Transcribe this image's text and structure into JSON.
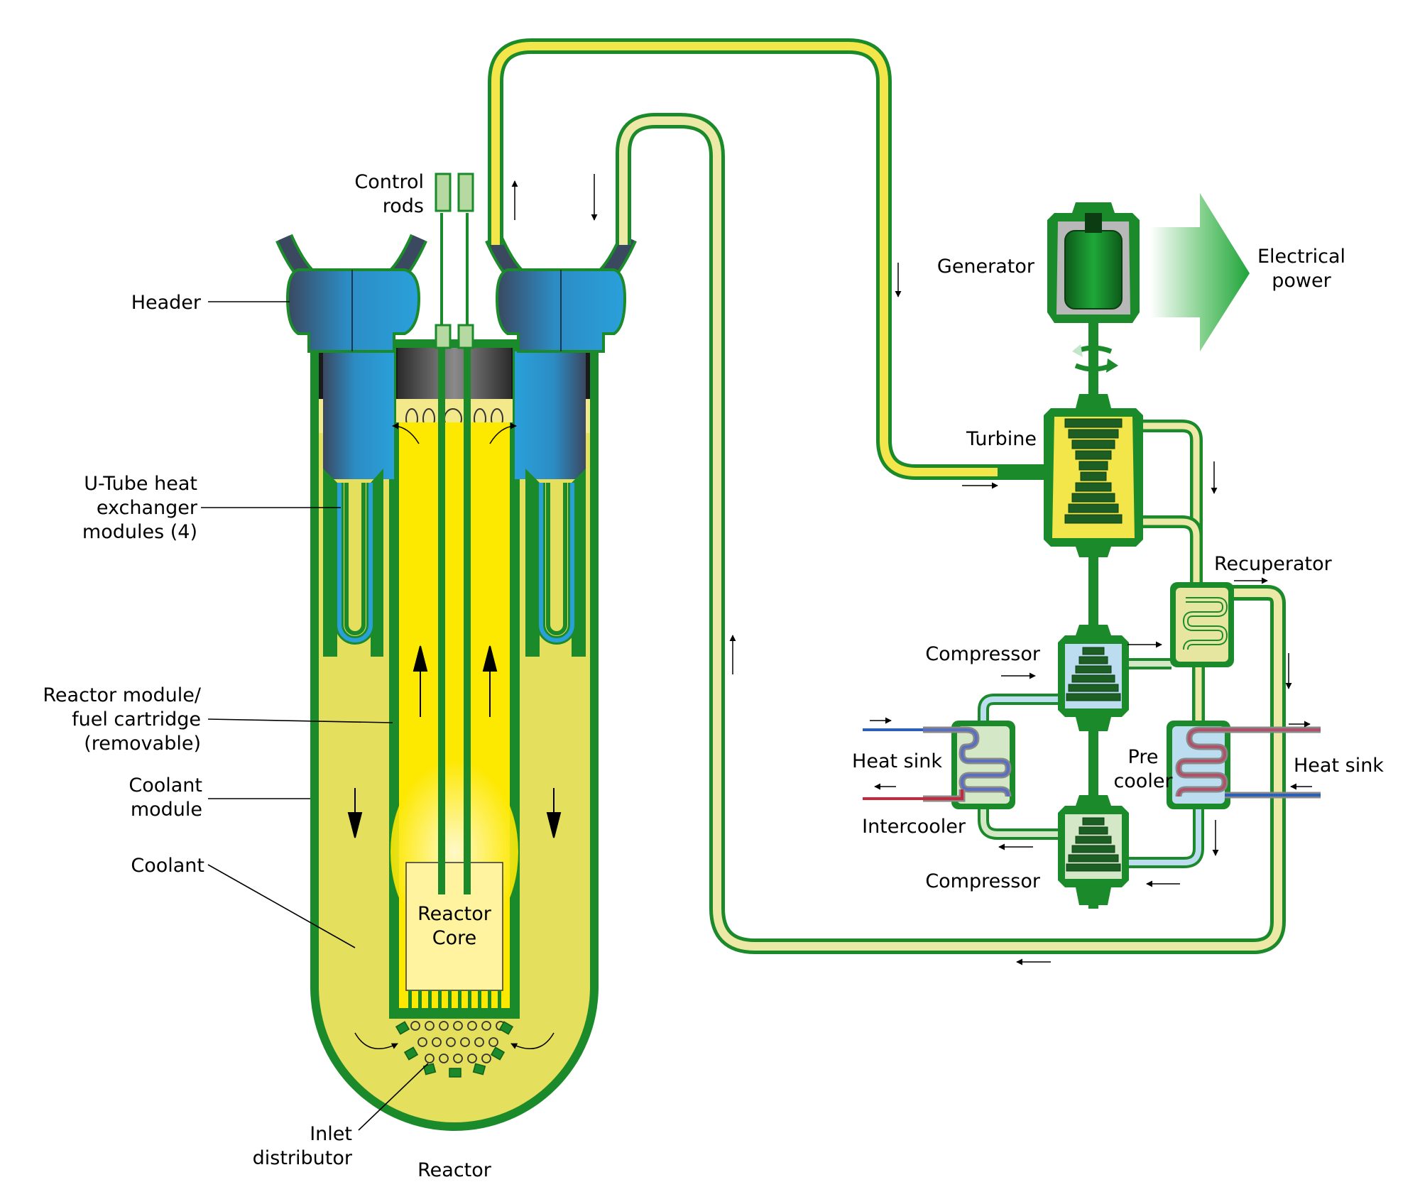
{
  "labels": {
    "control_rods": [
      "Control",
      "rods"
    ],
    "header": "Header",
    "u_tube": [
      "U-Tube heat",
      "exchanger",
      "modules (4)"
    ],
    "reactor_module": [
      "Reactor module/",
      "fuel cartridge",
      "(removable)"
    ],
    "coolant_module": [
      "Coolant",
      "module"
    ],
    "coolant": "Coolant",
    "reactor_core": [
      "Reactor",
      "Core"
    ],
    "inlet_distributor": [
      "Inlet",
      "distributor"
    ],
    "reactor": "Reactor",
    "generator": "Generator",
    "electrical_power": [
      "Electrical",
      "power"
    ],
    "turbine": "Turbine",
    "recuperator": "Recuperator",
    "compressor_top": "Compressor",
    "compressor_bottom": "Compressor",
    "heat_sink_left": "Heat sink",
    "heat_sink_right": "Heat sink",
    "intercooler": "Intercooler",
    "precooler": [
      "Pre",
      "cooler"
    ]
  },
  "colors": {
    "green": "#1b8a2a",
    "dark_green": "#0f5e1c",
    "coolant_yellow": "#e4df5c",
    "core_yellow": "#fde800",
    "core_box": "#fff3a0",
    "pipe_yellow": "#f2e64a",
    "pipe_pale": "#ece9a6",
    "blue": "#2a9fd6",
    "hx_blue": "#bcdcf0",
    "hot_red": "#c8283c",
    "cold_blue": "#2c5fb8"
  },
  "icons": [
    "arrow-up-icon",
    "arrow-down-icon",
    "arrow-right-icon",
    "arrow-left-icon",
    "rotation-arrow-icon",
    "power-arrow-icon"
  ]
}
